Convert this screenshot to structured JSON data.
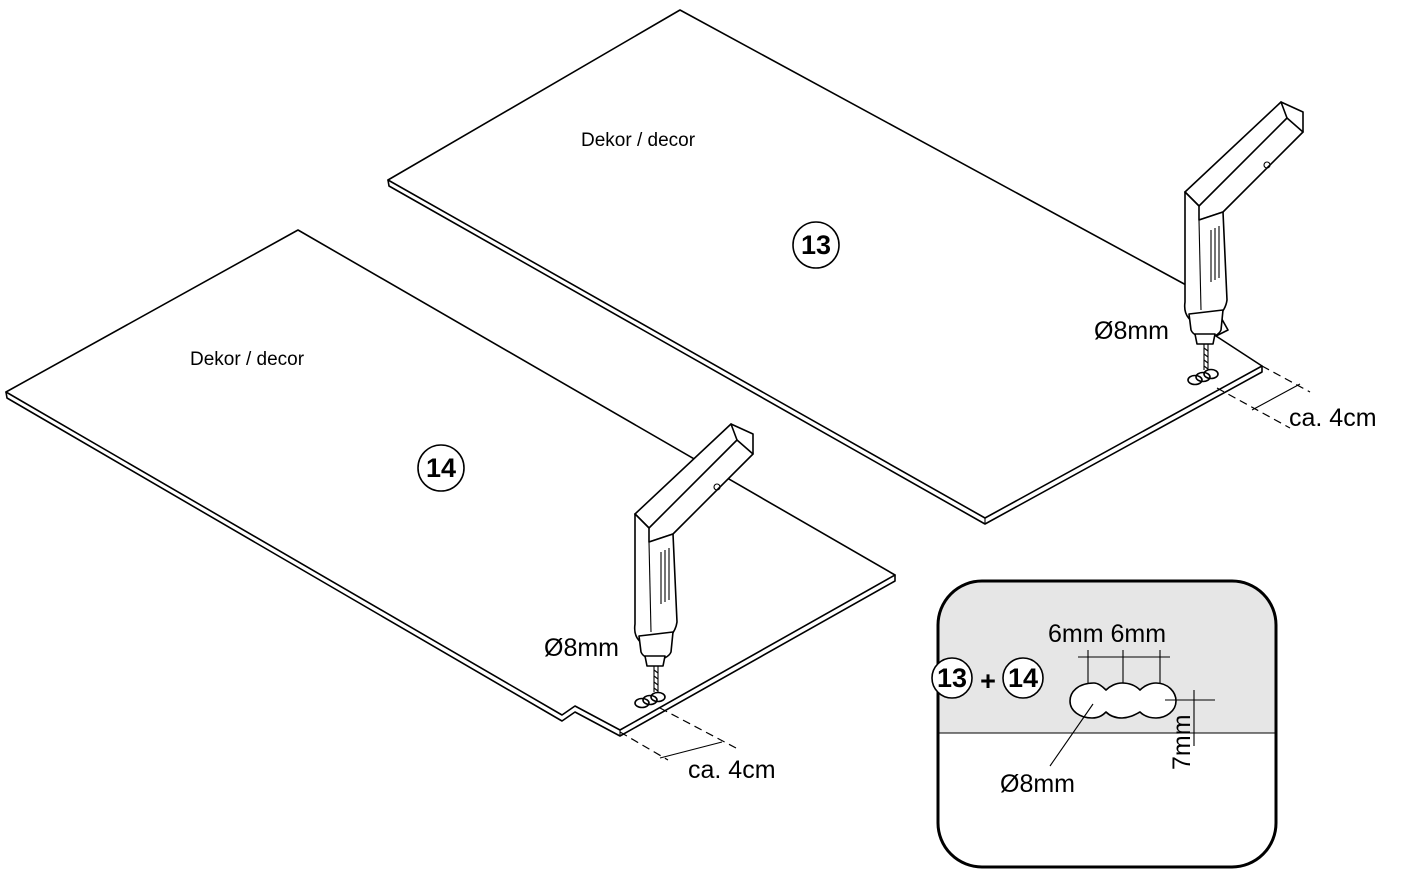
{
  "panel13": {
    "decor_label": "Dekor / decor",
    "part_number": "13",
    "drill_label": "Ø8mm",
    "distance_label": "ca. 4cm"
  },
  "panel14": {
    "decor_label": "Dekor / decor",
    "part_number": "14",
    "drill_label": "Ø8mm",
    "distance_label": "ca. 4cm"
  },
  "detail": {
    "part_a": "13",
    "plus": "+",
    "part_b": "14",
    "spacing_label": "6mm 6mm",
    "depth_label": "7mm",
    "diameter_label": "Ø8mm"
  }
}
